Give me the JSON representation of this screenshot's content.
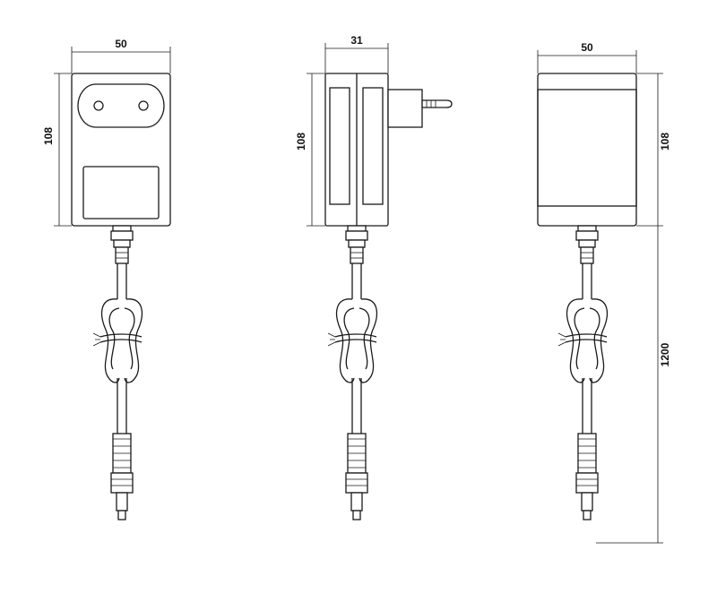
{
  "views": {
    "front": {
      "width_label": "50",
      "height_label": "108"
    },
    "side": {
      "width_label": "31",
      "height_label": "108"
    },
    "back": {
      "width_label": "50",
      "height_label": "108",
      "cable_length_label": "1200"
    }
  },
  "icons": [
    "eu-plug-socket-icon",
    "eu-plug-pins-icon",
    "cable-tie-icon",
    "dc-barrel-connector-icon"
  ],
  "colors": {
    "line": "#1a1a1a",
    "background": "#ffffff"
  }
}
